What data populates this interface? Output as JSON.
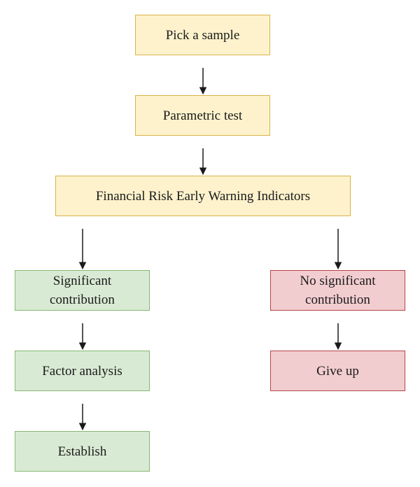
{
  "nodes": {
    "pick_sample": "Pick a sample",
    "parametric_test": "Parametric test",
    "indicators": "Financial Risk Early Warning Indicators",
    "significant": "Significant\ncontribution",
    "factor_analysis": "Factor analysis",
    "establish": "Establish",
    "no_significant": "No significant\ncontribution",
    "give_up": "Give up"
  },
  "edges": [
    [
      "pick_sample",
      "parametric_test"
    ],
    [
      "parametric_test",
      "indicators"
    ],
    [
      "indicators",
      "significant"
    ],
    [
      "indicators",
      "no_significant"
    ],
    [
      "significant",
      "factor_analysis"
    ],
    [
      "factor_analysis",
      "establish"
    ],
    [
      "no_significant",
      "give_up"
    ]
  ],
  "colors": {
    "start_fill": "#fdf2cc",
    "start_border": "#d9b24a",
    "positive_fill": "#d9ead4",
    "positive_border": "#86b874",
    "negative_fill": "#f2cdcf",
    "negative_border": "#b44447",
    "arrow": "#1a1a1a"
  }
}
